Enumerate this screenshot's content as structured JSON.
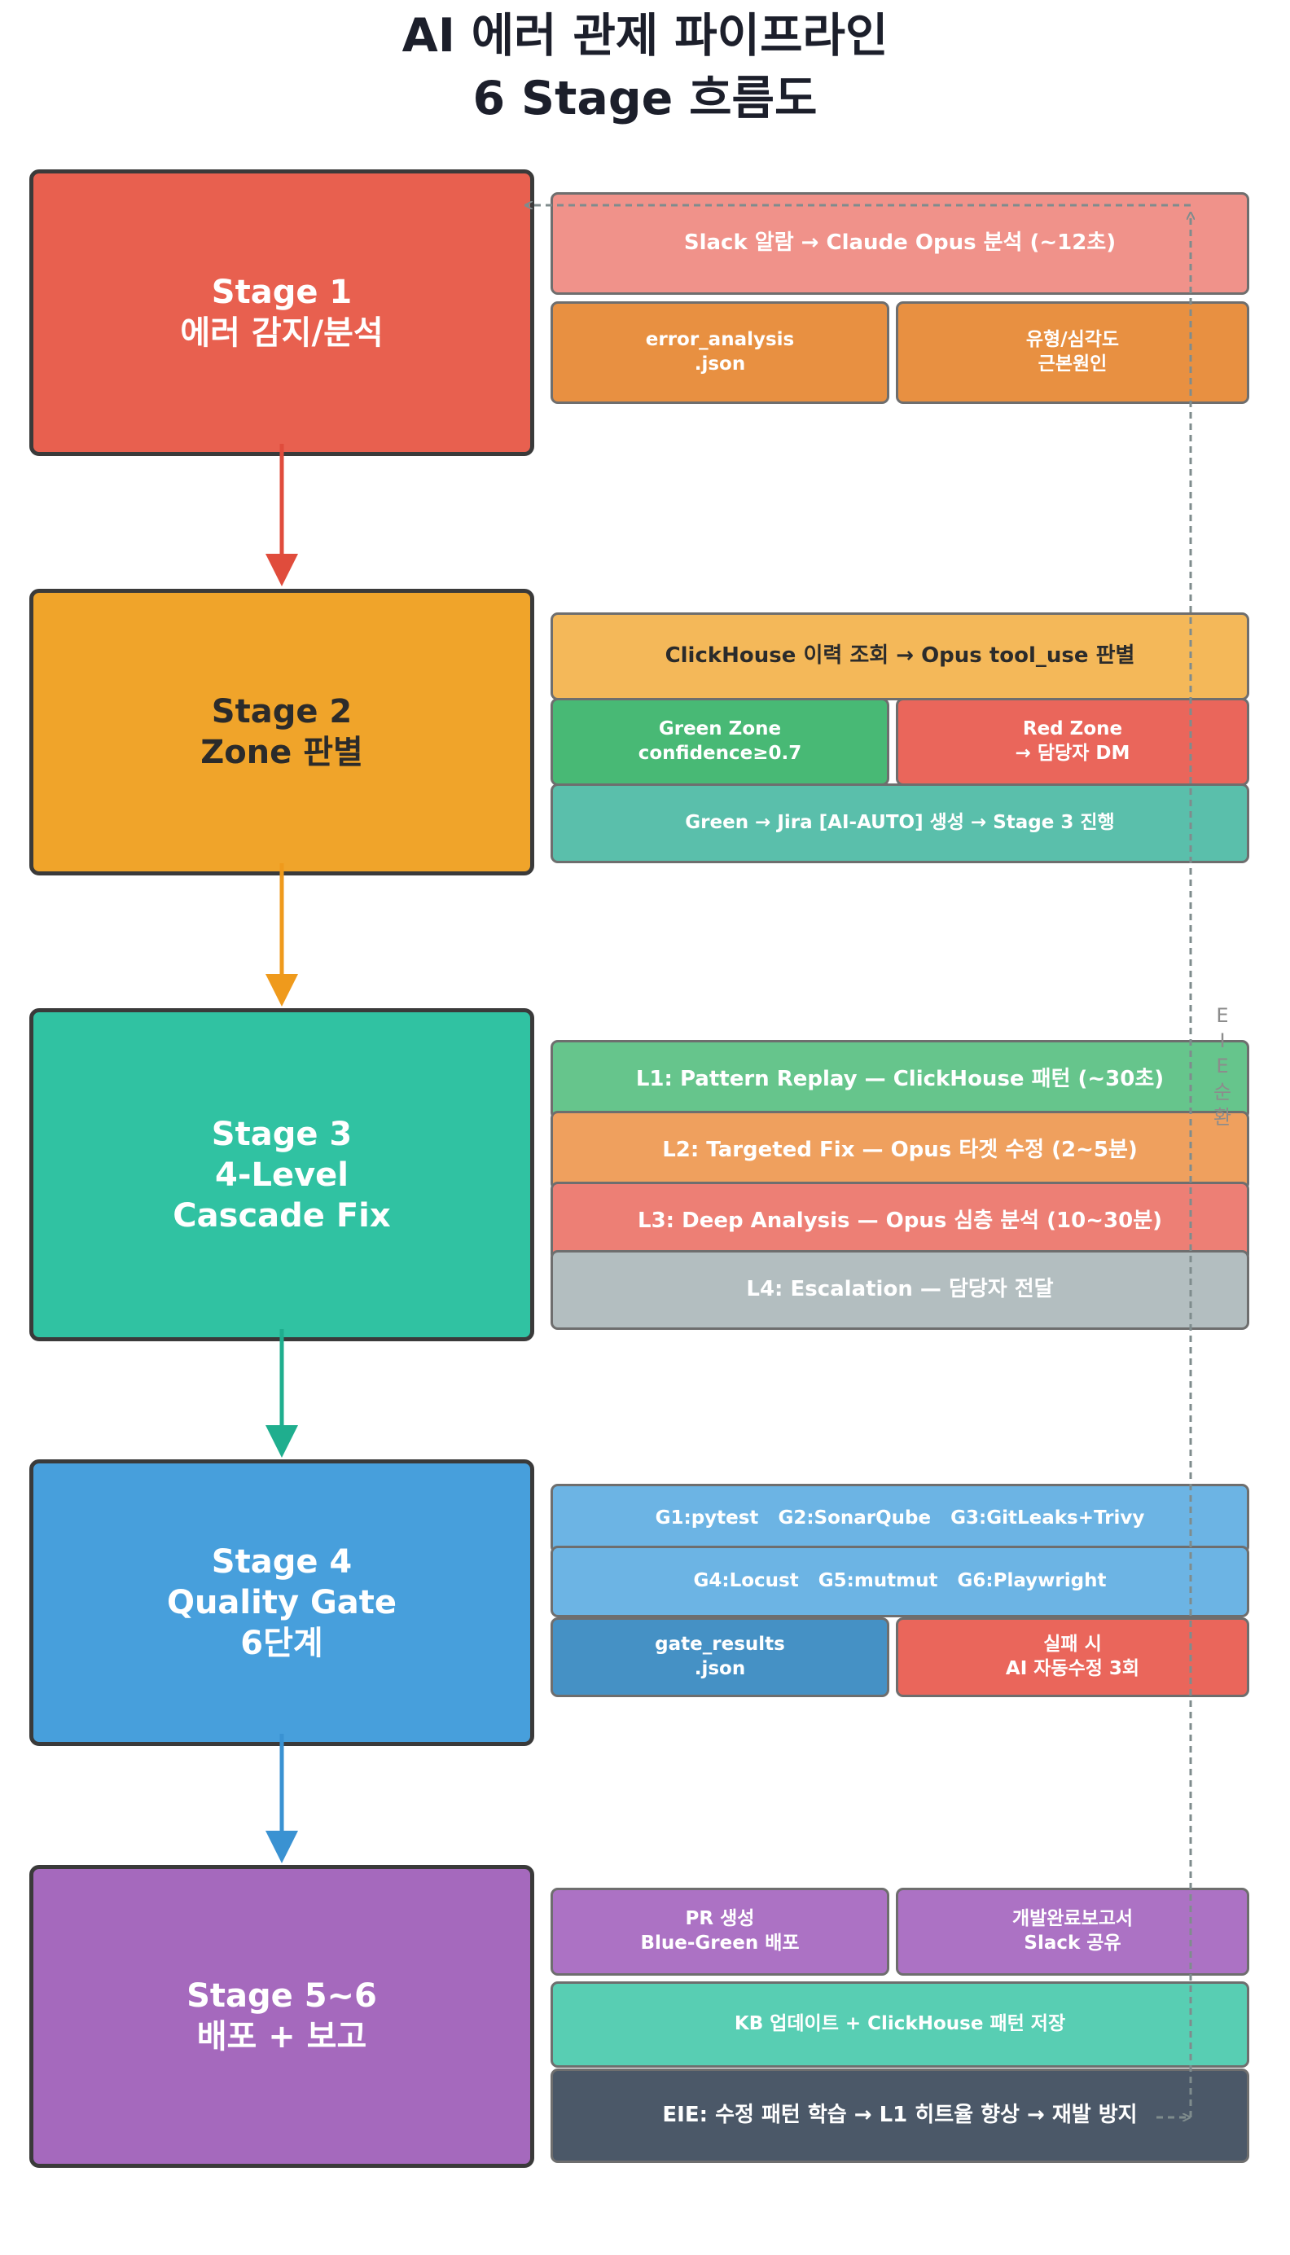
{
  "title": {
    "line1": "AI 에러 관제 파이프라인",
    "line2": "6 Stage 흐름도"
  },
  "stages": [
    {
      "line1": "Stage 1",
      "line2": "에러 감지/분석",
      "color": "#e8604f"
    },
    {
      "line1": "Stage 2",
      "line2": "Zone 판별",
      "color": "#f0a42a"
    },
    {
      "line1": "Stage 3",
      "line2": "4-Level",
      "line3": "Cascade Fix",
      "color": "#30c2a2"
    },
    {
      "line1": "Stage 4",
      "line2": "Quality Gate",
      "line3": "6단계",
      "color": "#479fdc"
    },
    {
      "line1": "Stage 5~6",
      "line2": "배포 + 보고",
      "color": "#a569bd"
    }
  ],
  "stage1": {
    "alert": "Slack 알람 → Claude Opus 분석 (~12초)",
    "json_line1": "error_analysis",
    "json_line2": ".json",
    "type_line1": "유형/심각도",
    "type_line2": "근본원인"
  },
  "stage2": {
    "lookup": "ClickHouse 이력 조회 → Opus tool_use 판별",
    "green_line1": "Green Zone",
    "green_line2": "confidence≥0.7",
    "red_line1": "Red Zone",
    "red_line2": "→ 담당자 DM",
    "jira": "Green → Jira [AI-AUTO] 생성 → Stage 3 진행"
  },
  "stage3": {
    "l1": "L1: Pattern Replay — ClickHouse 패턴 (~30초)",
    "l2": "L2: Targeted Fix — Opus 타겟 수정 (2~5분)",
    "l3": "L3: Deep Analysis — Opus 심층 분석 (10~30분)",
    "l4": "L4: Escalation — 담당자 전달"
  },
  "stage4": {
    "gates1": "G1:pytest   G2:SonarQube   G3:GitLeaks+Trivy",
    "gates2": "G4:Locust   G5:mutmut   G6:Playwright",
    "json_line1": "gate_results",
    "json_line2": ".json",
    "fail_line1": "실패 시",
    "fail_line2": "AI 자동수정 3회"
  },
  "stage56": {
    "pr_line1": "PR 생성",
    "pr_line2": "Blue-Green 배포",
    "report_line1": "개발완료보고서",
    "report_line2": "Slack 공유",
    "kb": "KB 업데이트 + ClickHouse 패턴 저장",
    "eie": "EIE: 수정 패턴 학습 → L1 히트율 향상 → 재발 방지"
  },
  "loop_label": [
    "E",
    "I",
    "E",
    "순",
    "환"
  ],
  "colors": {
    "arrow1": "#e04c3c",
    "arrow2": "#ef9a1c",
    "arrow3": "#1fae8e",
    "arrow4": "#3a92d2",
    "loop": "#7f8c8d"
  }
}
